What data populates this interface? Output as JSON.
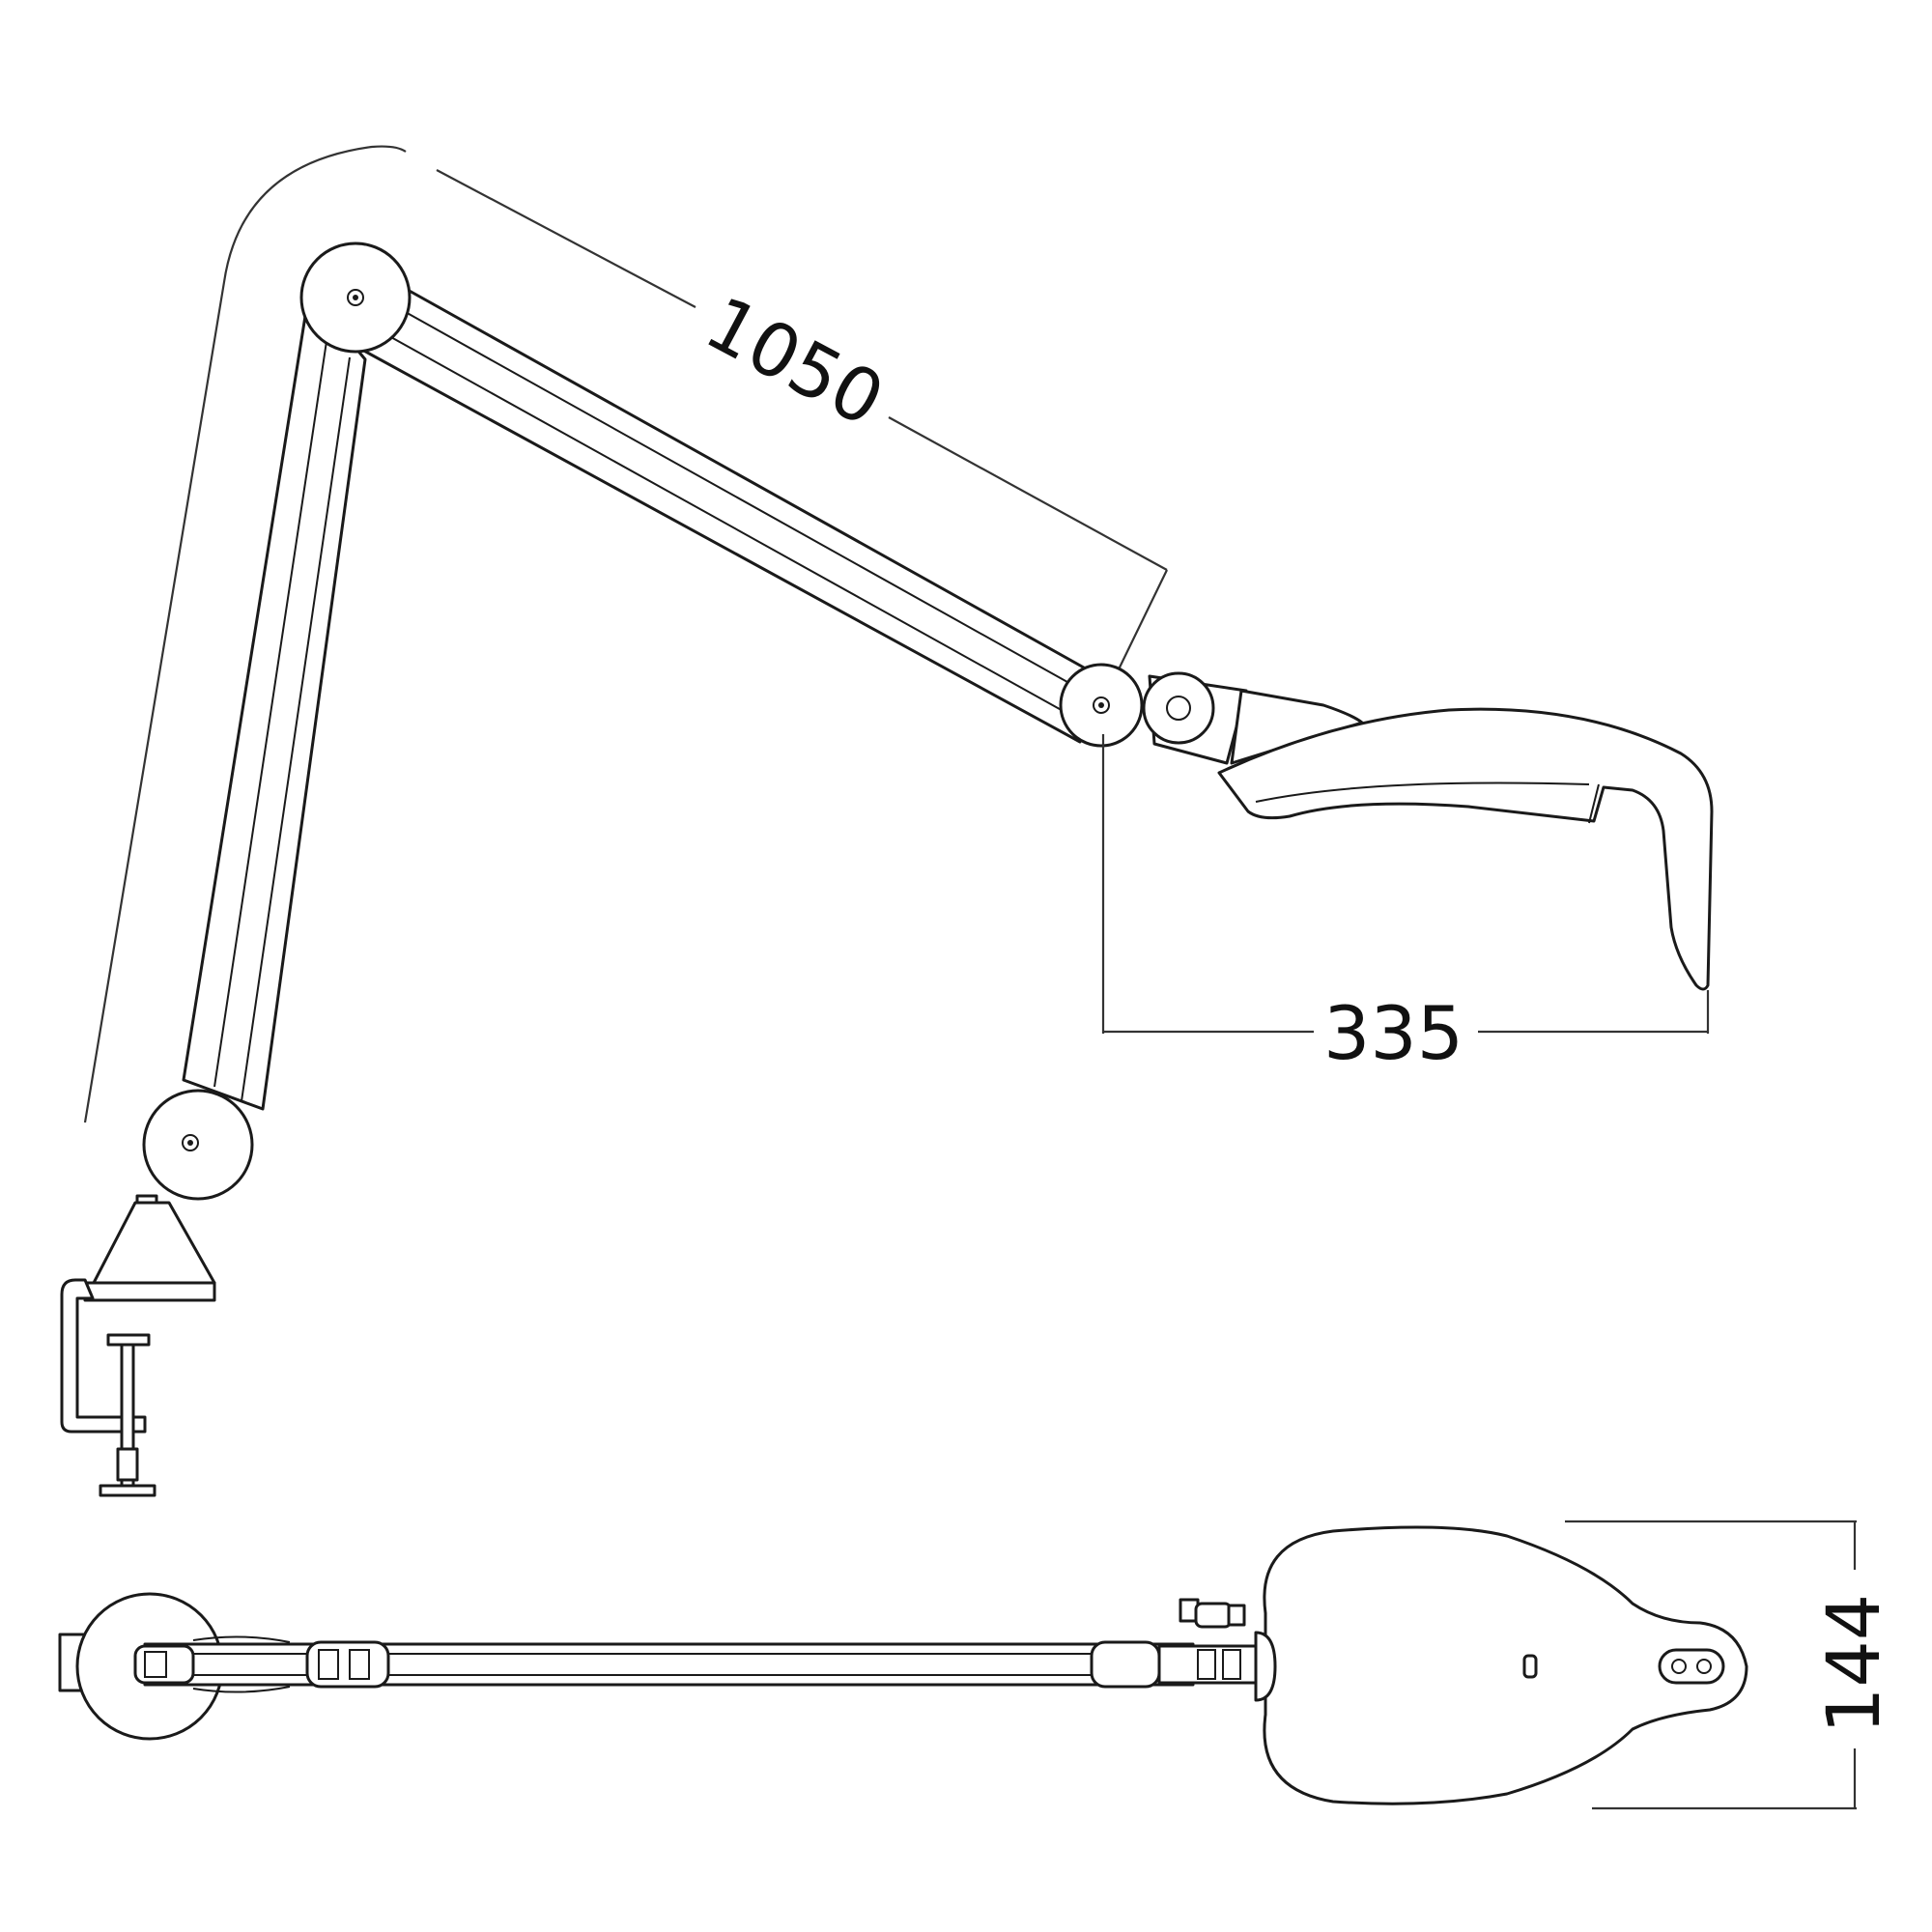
{
  "dimensions": {
    "reach": "1050",
    "head_depth": "335",
    "head_width": "144"
  },
  "colors": {
    "ink": "#1a1a1a",
    "background": "#ffffff"
  }
}
